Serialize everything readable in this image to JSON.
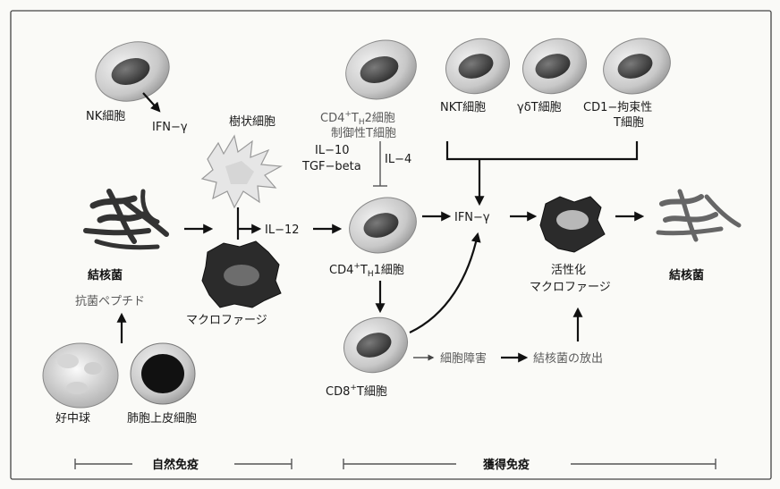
{
  "labels": {
    "nk_cell": "NK細胞",
    "ifn_gamma_1": "IFN−γ",
    "dendritic_cell": "樹状細胞",
    "cd4_th2_a": "CD4",
    "cd4_th2_sup": "+",
    "cd4_th2_t": "T",
    "cd4_th2_sub": "H",
    "cd4_th2_b": "2細胞",
    "regulatory_t": "制御性T細胞",
    "il10": "IL−10",
    "tgf_beta": "TGF−beta",
    "il4": "IL−4",
    "nkt_cell": "NKT細胞",
    "gd_t_cell": "γδT細胞",
    "cd1_restricted_a": "CD1−拘束性",
    "cd1_restricted_b": "T細胞",
    "tb_left": "結核菌",
    "antimicrobial_peptide": "抗菌ペプチド",
    "il12": "IL−12",
    "macrophage": "マクロファージ",
    "cd4_th1_a": "CD4",
    "cd4_th1_sup": "+",
    "cd4_th1_t": "T",
    "cd4_th1_sub": "H",
    "cd4_th1_b": "1細胞",
    "ifn_gamma_2": "IFN−γ",
    "activated_a": "活性化",
    "activated_b": "マクロファージ",
    "tb_right": "結核菌",
    "cd8_a": "CD8",
    "cd8_sup": "+",
    "cd8_b": "T細胞",
    "cytotoxic": "細胞障害",
    "tb_release": "結核菌の放出",
    "neutrophil": "好中球",
    "lung_epithelial": "肺胞上皮細胞",
    "innate": "自然免疫",
    "acquired": "獲得免疫"
  },
  "colors": {
    "cell_outer": "#c9c9c9",
    "cell_nucleus": "#4f4f4f",
    "macrophage_body": "#2a2a2a",
    "line": "#111111"
  }
}
